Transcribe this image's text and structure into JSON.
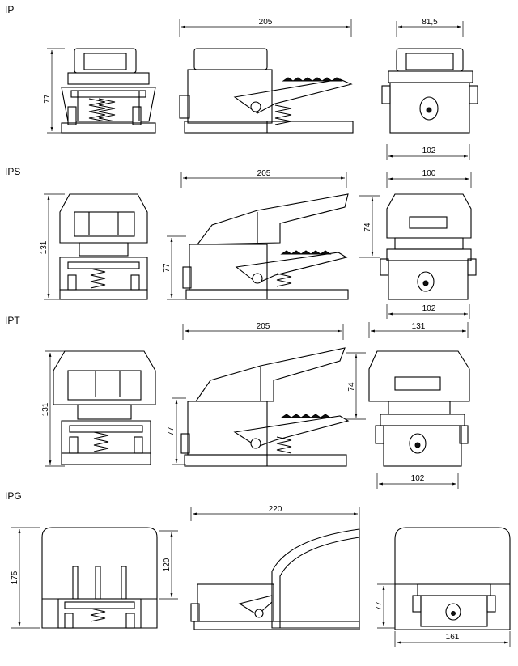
{
  "rows": [
    {
      "label": "IP",
      "dims": {
        "front_h": "77",
        "side_w": "205",
        "right_top": "81,5",
        "right_bottom": "102"
      }
    },
    {
      "label": "IPS",
      "dims": {
        "front_h": "131",
        "side_w": "205",
        "side_h": "77",
        "right_top": "100",
        "right_h": "74",
        "right_bottom": "102"
      }
    },
    {
      "label": "IPT",
      "dims": {
        "front_h": "131",
        "side_w": "205",
        "side_h": "77",
        "right_top": "131",
        "right_h": "74",
        "right_bottom": "102"
      }
    },
    {
      "label": "IPG",
      "dims": {
        "front_h": "175",
        "front_inner_h": "120",
        "side_w": "220",
        "right_h": "77",
        "right_bottom": "161"
      }
    }
  ]
}
